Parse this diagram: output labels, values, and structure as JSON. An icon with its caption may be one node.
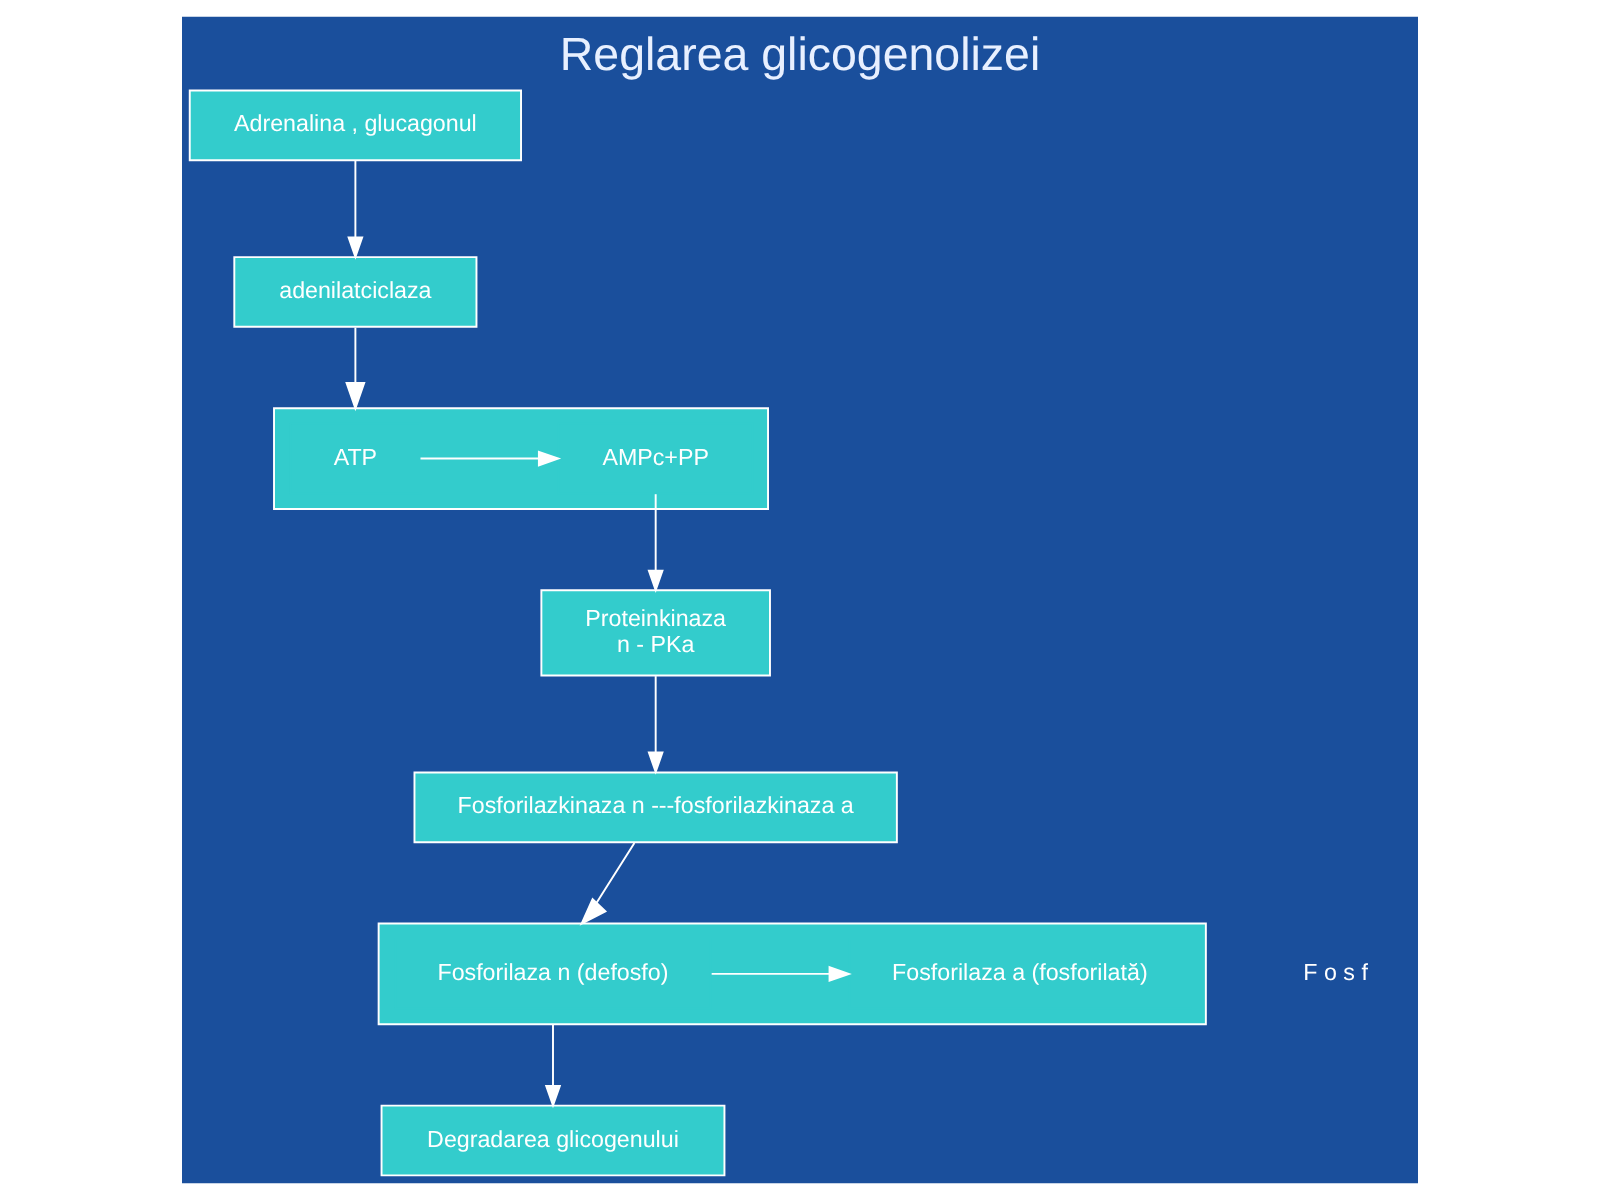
{
  "diagram": {
    "title": "Reglarea glicogenolizei",
    "nodes": [
      {
        "text": [
          "Adrenalina , glucagonul"
        ]
      },
      {
        "text": [
          "adenilatciclaza"
        ]
      },
      {
        "text": [],
        "shape": "box"
      },
      {
        "text": [
          "ATP"
        ],
        "in": 2
      },
      {
        "text": [
          "AMPc+PP"
        ],
        "in": 2
      },
      {
        "text": [
          "Proteinkinaza",
          "n - PKa"
        ]
      },
      {
        "text": [
          "Fosforilazkinaza n ---fosforilazkinaza a"
        ]
      },
      {
        "text": [],
        "shape": "box"
      },
      {
        "text": [
          "Fosforilaza n (defosfo)"
        ],
        "in": 7
      },
      {
        "text": [
          "Fosforilaza a (fosforilată)"
        ],
        "in": 7
      },
      {
        "text": [
          "Degradarea glicogenului"
        ]
      }
    ],
    "edges": [
      {
        "from": 0,
        "to": 1,
        "arrow": "to"
      },
      {
        "from": 1,
        "to": 2,
        "arrow": "to"
      },
      {
        "from": 3,
        "to": 4,
        "arrow": "to"
      },
      {
        "from": 4,
        "to": 5,
        "arrow": "to"
      },
      {
        "from": 5,
        "to": 6,
        "arrow": "to"
      },
      {
        "from": 6,
        "to": 7,
        "arrow": "to"
      },
      {
        "from": 8,
        "to": 9,
        "arrow": "to"
      },
      {
        "from": 7,
        "to": 10,
        "arrow": "to"
      }
    ],
    "labels": [
      "F o s f"
    ]
  }
}
